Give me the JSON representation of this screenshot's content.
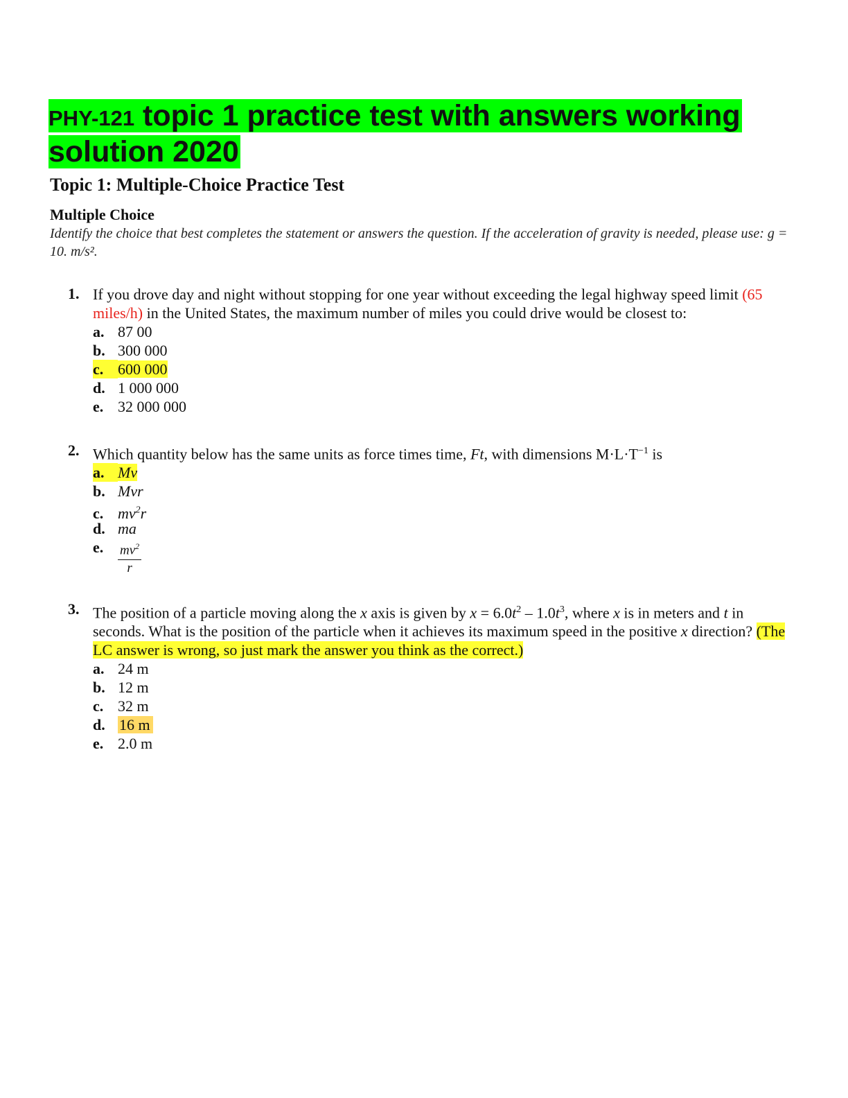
{
  "document": {
    "title_code": "PHY-121",
    "title_rest": " topic 1 practice test with answers working solution 2020",
    "subtitle": "Topic 1: Multiple-Choice Practice Test",
    "section": "Multiple Choice",
    "instructions": "Identify the choice that best completes the statement or answers the question. If the acceleration of gravity is needed, please use: g = 10. m/s²."
  },
  "questions": [
    {
      "number": "1.",
      "text_a": "If you drove day and night without stopping for one year without exceeding the legal highway speed limit ",
      "text_red": "(65 miles/h)",
      "text_b": " in the United States, the maximum number of miles you could drive would be closest to:",
      "options": [
        {
          "letter": "a.",
          "text": "87 00"
        },
        {
          "letter": "b.",
          "text": "300 000"
        },
        {
          "letter": "c.",
          "text": "600 000"
        },
        {
          "letter": "d.",
          "text": "1 000 000"
        },
        {
          "letter": "e.",
          "text": "32 000 000"
        }
      ]
    },
    {
      "number": "2.",
      "text_a": "Which quantity below has the same units as force times time, ",
      "text_ital": "Ft",
      "text_b": ", with dimensions M·L·T",
      "text_sup": "−1",
      "text_c": " is",
      "options": [
        {
          "letter": "a.",
          "text": "Mv"
        },
        {
          "letter": "b.",
          "text": "Mvr"
        },
        {
          "letter": "c.",
          "text_main": "mv",
          "text_sup": "2",
          "text_end": "r"
        },
        {
          "letter": "d.",
          "text": "ma"
        },
        {
          "letter": "e.",
          "num_main": "mv",
          "num_sup": "2",
          "den": "r"
        }
      ]
    },
    {
      "number": "3.",
      "t1": "The position of a particle moving along the ",
      "t2": "x",
      "t3": " axis is given by ",
      "t4": "x",
      "t5": " = 6.0",
      "t6": "t",
      "t7": "2",
      "t8": " – 1.0",
      "t9": "t",
      "t10": "3",
      "t11": ", where ",
      "t12": "x",
      "t13": " is in meters and ",
      "t14": "t",
      "t15": " in seconds. What is the position of the particle when it achieves its maximum speed in the positive ",
      "t16": "x",
      "t17": " direction? ",
      "note": "(The LC answer is wrong, so just mark the answer you think as the correct.)",
      "options": [
        {
          "letter": "a.",
          "text": "24 m"
        },
        {
          "letter": "b.",
          "text": "12 m"
        },
        {
          "letter": "c.",
          "text": "32 m"
        },
        {
          "letter": "d.",
          "text": "16 m"
        },
        {
          "letter": "e.",
          "text": "2.0 m"
        }
      ]
    }
  ],
  "colors": {
    "title_highlight": "#00ff00",
    "answer_highlight": "#ffff33",
    "answer_highlight_alt": "#ffd966",
    "red_text": "#e8221c"
  }
}
